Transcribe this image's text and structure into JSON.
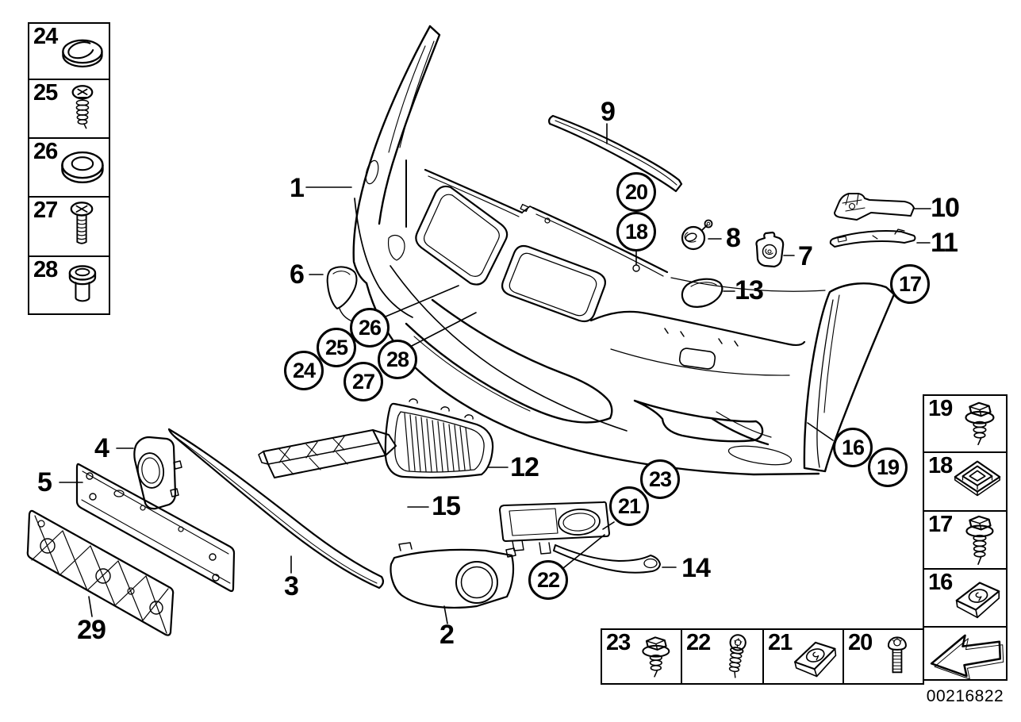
{
  "callouts": {
    "plain": [
      {
        "n": "1"
      },
      {
        "n": "9"
      },
      {
        "n": "8"
      },
      {
        "n": "7"
      },
      {
        "n": "13"
      },
      {
        "n": "10"
      },
      {
        "n": "11"
      },
      {
        "n": "6"
      },
      {
        "n": "12"
      },
      {
        "n": "15"
      },
      {
        "n": "4"
      },
      {
        "n": "5"
      },
      {
        "n": "3"
      },
      {
        "n": "29"
      },
      {
        "n": "2"
      },
      {
        "n": "14"
      }
    ],
    "circled": [
      {
        "n": "20"
      },
      {
        "n": "18"
      },
      {
        "n": "17"
      },
      {
        "n": "26"
      },
      {
        "n": "25"
      },
      {
        "n": "24"
      },
      {
        "n": "27"
      },
      {
        "n": "28"
      },
      {
        "n": "16"
      },
      {
        "n": "19"
      },
      {
        "n": "23"
      },
      {
        "n": "21"
      },
      {
        "n": "22"
      }
    ]
  },
  "hardware_boxes": {
    "left": [
      {
        "label": "24",
        "icon": "push-cap-grommet"
      },
      {
        "label": "25",
        "icon": "self-tapping-screw"
      },
      {
        "label": "26",
        "icon": "washer"
      },
      {
        "label": "27",
        "icon": "phillips-screw"
      },
      {
        "label": "28",
        "icon": "spacer-sleeve"
      }
    ],
    "right": [
      {
        "label": "19",
        "icon": "hex-flange-screw"
      },
      {
        "label": "18",
        "icon": "square-captive-nut"
      },
      {
        "label": "17",
        "icon": "hex-flange-screw-long"
      },
      {
        "label": "16",
        "icon": "sheet-metal-clip-nut"
      }
    ],
    "bottom": [
      {
        "label": "23",
        "icon": "hex-flange-screw"
      },
      {
        "label": "22",
        "icon": "oval-head-screw"
      },
      {
        "label": "21",
        "icon": "sheet-metal-clip-nut"
      },
      {
        "label": "20",
        "icon": "torx-pan-screw"
      }
    ],
    "direction_arrow_icon": "direction-arrow"
  },
  "footer": {
    "code": "00216822"
  }
}
